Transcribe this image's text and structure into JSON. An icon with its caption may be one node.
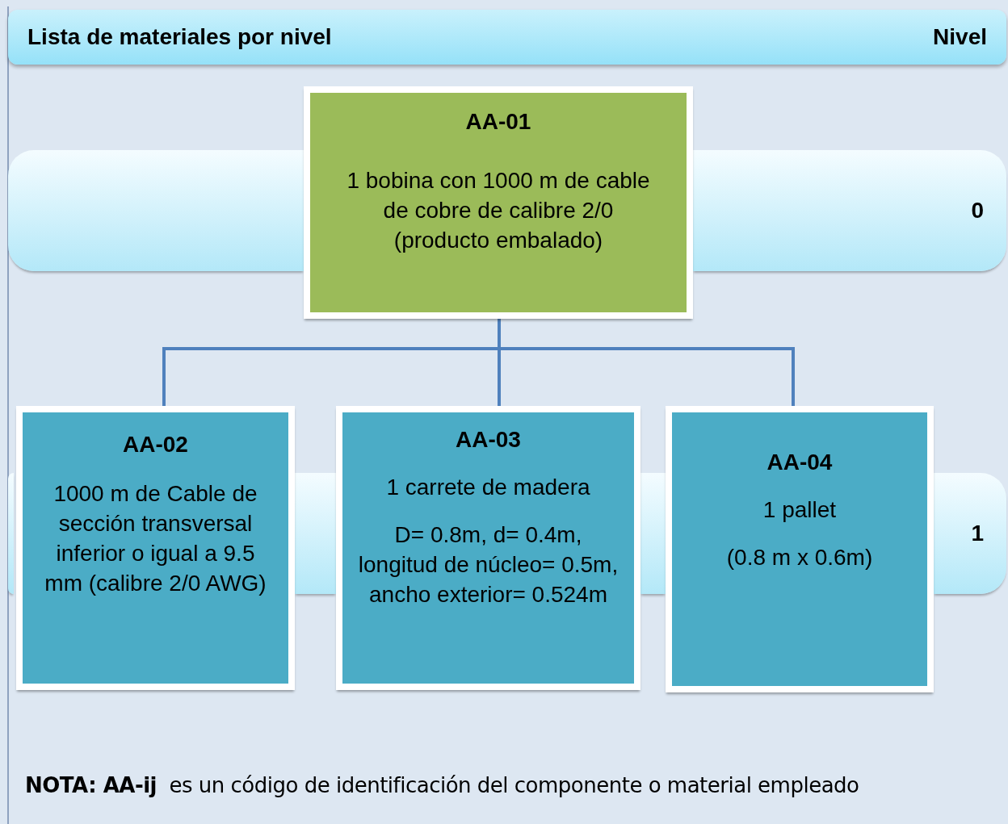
{
  "diagram": {
    "nodes": [
      {
        "text": [
          "Lista de materiales por nivel",
          "Nivel"
        ]
      },
      {
        "text": [],
        "shape": "bar"
      },
      {
        "text": [
          "0"
        ]
      },
      {
        "text": [
          "AA-01",
          "1 bobina con 1000 m de cable de cobre de calibre 2/0  (producto embalado)"
        ]
      },
      {
        "text": [],
        "shape": "bar"
      },
      {
        "text": [],
        "shape": "bar"
      },
      {
        "text": [],
        "shape": "bar"
      },
      {
        "text": [
          "1"
        ]
      },
      {
        "text": [
          "AA-02",
          "1000 m de Cable de sección transversal inferior o igual a 9.5 mm (calibre 2/0 AWG)"
        ]
      },
      {
        "text": [
          "AA-03",
          "1 carrete de madera",
          "D= 0.8m, d= 0.4m, longitud de núcleo= 0.5m, ancho exterior= 0.524m"
        ]
      },
      {
        "text": [
          "AA-04",
          "1 pallet",
          "(0.8 m x 0.6m)"
        ]
      }
    ],
    "edges": [
      {
        "from": 3,
        "to": 8,
        "arrow": "none"
      },
      {
        "from": 3,
        "to": 9,
        "arrow": "none"
      },
      {
        "from": 3,
        "to": 10,
        "arrow": "none"
      }
    ],
    "labels": [
      "**NOTA: AA-ij**  es un código de identificación del componente o material empleado"
    ]
  }
}
